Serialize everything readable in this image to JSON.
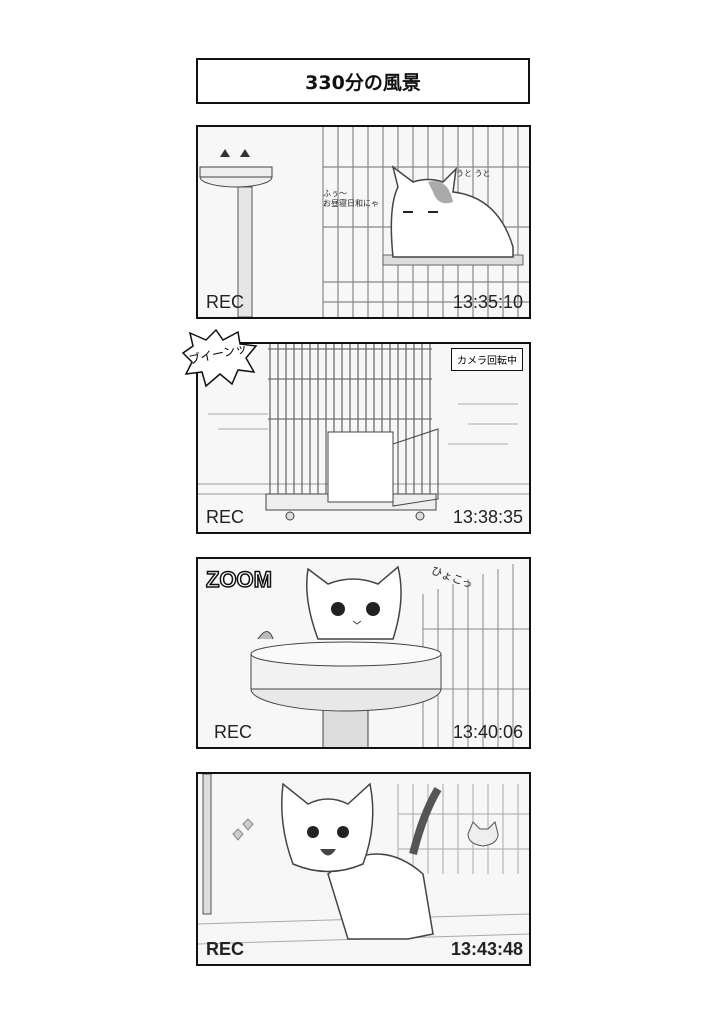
{
  "title": "330分の風景",
  "panels": [
    {
      "rec": "REC",
      "time": "13:35:10",
      "speech": "ふぅ〜\nお昼寝日和にゃ",
      "sfx": "うと うと"
    },
    {
      "rec": "REC",
      "time": "13:38:35",
      "badge": "カメラ回転中",
      "sfx": "ブイーンッ"
    },
    {
      "rec": "REC",
      "time": "13:40:06",
      "overlay": "ZOOM",
      "sfx": "ひょこっ"
    },
    {
      "rec": "REC",
      "time": "13:43:48"
    }
  ]
}
